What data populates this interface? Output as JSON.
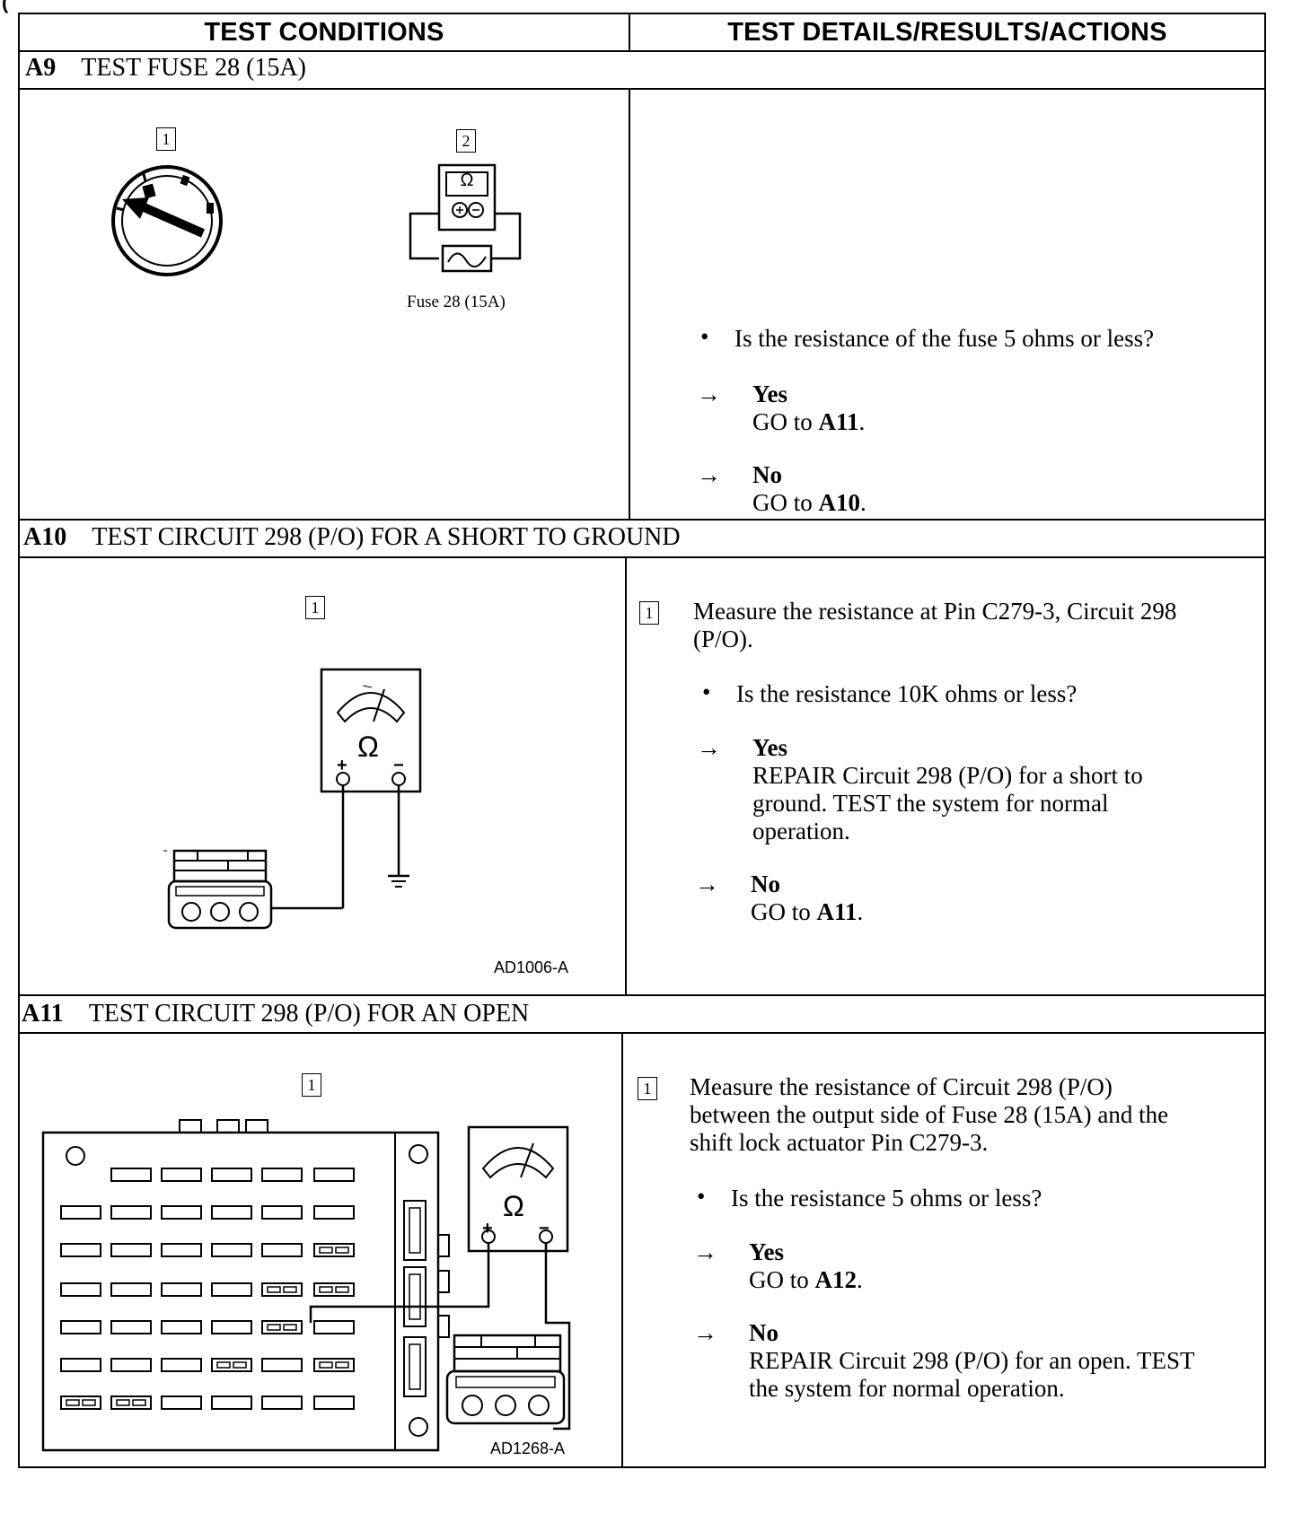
{
  "top_fragment": "(",
  "headers": {
    "conditions": "TEST CONDITIONS",
    "details": "TEST DETAILS/RESULTS/ACTIONS"
  },
  "a9": {
    "id": "A9",
    "title": "TEST FUSE 28 (15A)",
    "fig_num_1": "1",
    "fig_num_2": "2",
    "ohm_symbol": "Ω",
    "fuse_caption": "Fuse 28 (15A)",
    "question": "Is the resistance of the fuse 5 ohms or less?",
    "bullet": "•",
    "arrow": "→",
    "yes_label": "Yes",
    "yes_action": "GO to",
    "yes_target": "A11",
    "no_label": "No",
    "no_action": "GO to",
    "no_target": "A10",
    "period": "."
  },
  "a10": {
    "id": "A10",
    "title": "TEST CIRCUIT 298 (P/O) FOR A SHORT TO GROUND",
    "fig_num": "1",
    "ohm_symbol": "Ω",
    "plus": "+",
    "minus": "−",
    "fig_id": "AD1006-A",
    "step_num": "1",
    "step_text_1": "Measure the resistance at Pin C279-3, Circuit 298",
    "step_text_2": "(P/O).",
    "question": "Is the resistance 10K ohms or less?",
    "bullet": "•",
    "arrow": "→",
    "yes_label": "Yes",
    "yes_text_1": "REPAIR Circuit 298 (P/O) for a short to",
    "yes_text_2": "ground. TEST the system for normal",
    "yes_text_3": "operation.",
    "no_label": "No",
    "no_action": "GO to",
    "no_target": "A11",
    "period": "."
  },
  "a11": {
    "id": "A11",
    "title": "TEST CIRCUIT 298 (P/O) FOR AN OPEN",
    "fig_num": "1",
    "ohm_symbol": "Ω",
    "plus": "+",
    "minus": "−",
    "fig_id": "AD1268-A",
    "step_num": "1",
    "step_text_1": "Measure the resistance of Circuit 298 (P/O)",
    "step_text_2": "between the output side of Fuse 28 (15A) and the",
    "step_text_3": "shift lock actuator Pin C279-3.",
    "question": "Is the resistance 5 ohms or less?",
    "bullet": "•",
    "arrow": "→",
    "yes_label": "Yes",
    "yes_action": "GO to",
    "yes_target": "A12",
    "no_label": "No",
    "no_text_1": "REPAIR Circuit 298 (P/O) for an open. TEST",
    "no_text_2": "the system for normal operation.",
    "period": "."
  }
}
